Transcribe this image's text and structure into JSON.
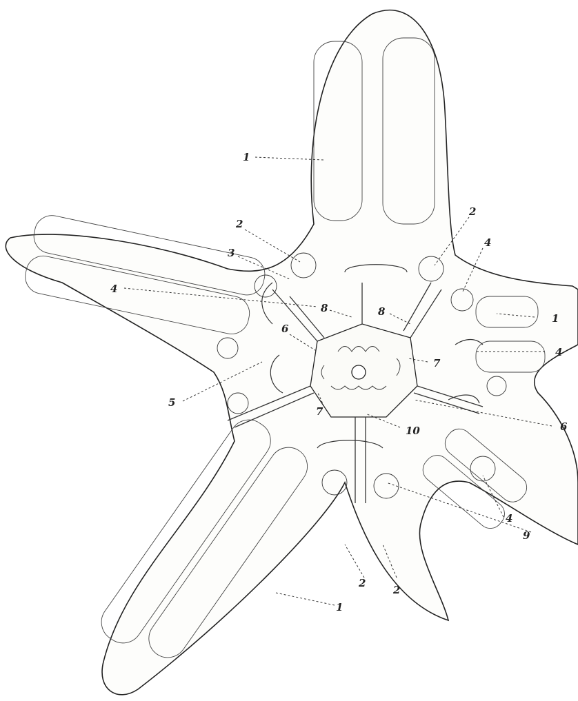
{
  "figure": {
    "labels": [
      {
        "id": "upper-arm-gland-label",
        "text": "1"
      },
      {
        "id": "right-arm-gland-label",
        "text": "1"
      },
      {
        "id": "lower-arm-gland-label",
        "text": "1"
      },
      {
        "id": "upper-left-tuft-label",
        "text": "2"
      },
      {
        "id": "upper-right-tuft-label",
        "text": "2"
      },
      {
        "id": "bottom-left-tuft-label",
        "text": "2"
      },
      {
        "id": "bottom-right-tuft-label",
        "text": "2"
      },
      {
        "id": "left-upper-label-3",
        "text": "3"
      },
      {
        "id": "upper-right-label-4",
        "text": "4"
      },
      {
        "id": "right-label-4",
        "text": "4"
      },
      {
        "id": "left-label-4",
        "text": "4"
      },
      {
        "id": "lower-right-label-4",
        "text": "4"
      },
      {
        "id": "left-label-5",
        "text": "5"
      },
      {
        "id": "left-label-6",
        "text": "6"
      },
      {
        "id": "right-label-6",
        "text": "6"
      },
      {
        "id": "right-label-7",
        "text": "7"
      },
      {
        "id": "lower-label-7",
        "text": "7"
      },
      {
        "id": "left-label-8",
        "text": "8"
      },
      {
        "id": "right-label-8",
        "text": "8"
      },
      {
        "id": "lower-right-label-9",
        "text": "9"
      },
      {
        "id": "center-label-10",
        "text": "10"
      }
    ]
  }
}
